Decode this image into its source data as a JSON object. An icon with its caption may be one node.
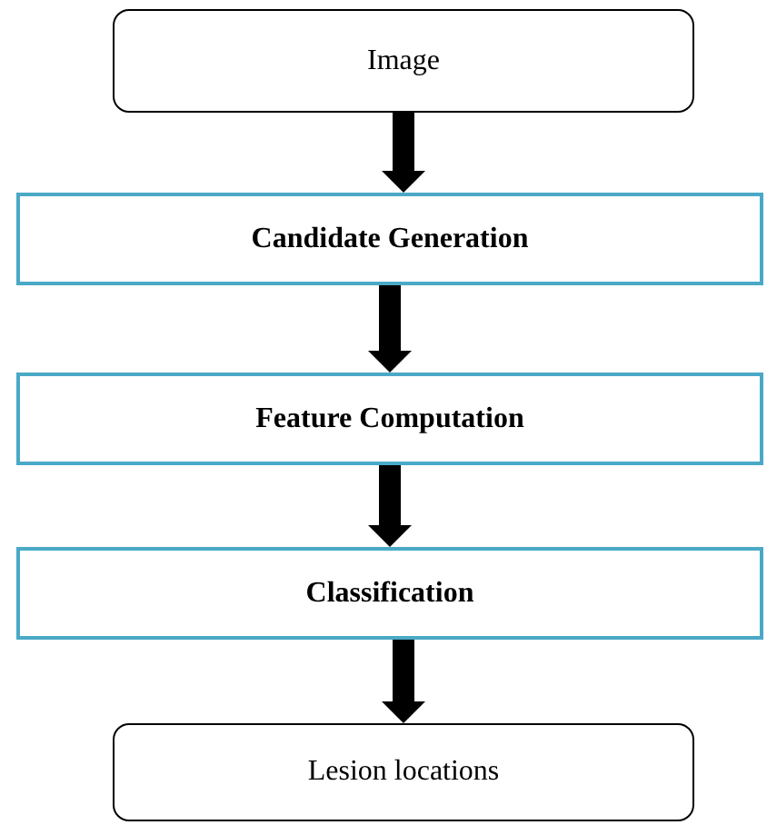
{
  "diagram": {
    "nodes": [
      {
        "text": [
          "Image"
        ]
      },
      {
        "text": [
          "Candidate Generation"
        ]
      },
      {
        "text": [
          "Feature Computation"
        ]
      },
      {
        "text": [
          "Classification"
        ]
      },
      {
        "text": [
          "Lesion locations"
        ]
      }
    ],
    "edges": [
      {
        "from": 0,
        "to": 1,
        "arrow": "to"
      },
      {
        "from": 1,
        "to": 2,
        "arrow": "to"
      },
      {
        "from": 2,
        "to": 3,
        "arrow": "to"
      },
      {
        "from": 3,
        "to": 4,
        "arrow": "to"
      }
    ]
  }
}
